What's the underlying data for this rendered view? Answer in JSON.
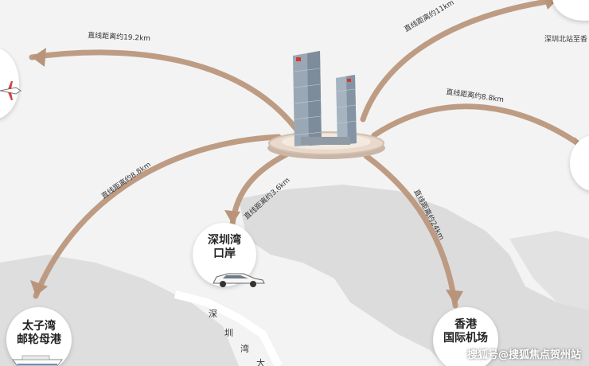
{
  "colors": {
    "arrow": "#b8957a",
    "land": "#d9d9d9",
    "background": "#f3f3f3"
  },
  "hub": {
    "name": "tower-complex"
  },
  "routes": [
    {
      "id": "left-top",
      "label": "直线距离约19.2km"
    },
    {
      "id": "top-right",
      "label": "直线距离约11km"
    },
    {
      "id": "right",
      "label": "直线距离约8.8km"
    },
    {
      "id": "left-bottom",
      "label": "直线距离约8.8km"
    },
    {
      "id": "center",
      "label": "直线距离约3.6km"
    },
    {
      "id": "down-right",
      "label": "直线距离约24km"
    }
  ],
  "destinations": {
    "shenzhen_bay_port": {
      "line1": "深圳湾",
      "line2": "口岸"
    },
    "taizi_bay": {
      "line1": "太子湾",
      "line2": "邮轮母港"
    },
    "hk_airport": {
      "line1": "香港",
      "line2": "国际机场"
    },
    "shenzhen_north": {
      "label": "深圳北站至香"
    }
  },
  "bay_label": [
    "深",
    "圳",
    "湾",
    "大"
  ],
  "watermark": "搜狐号@搜狐焦点贺州站"
}
